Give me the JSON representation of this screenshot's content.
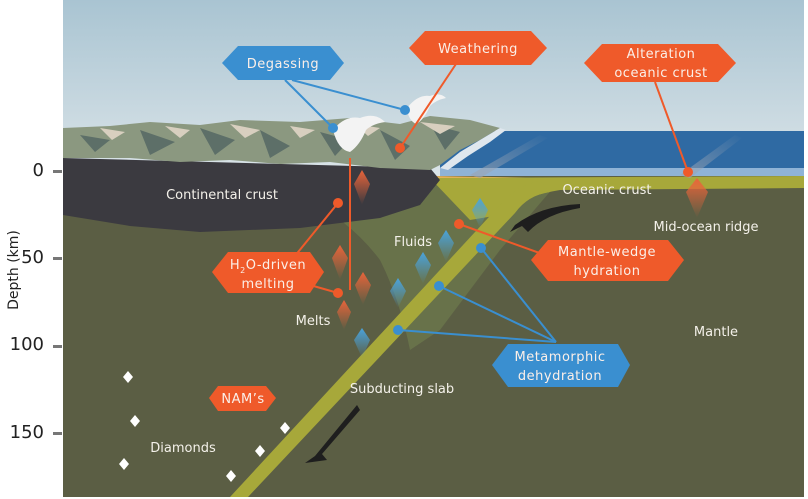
{
  "axis": {
    "title": "Depth (km)",
    "ticks": [
      "0",
      "50",
      "100",
      "150"
    ]
  },
  "labels": {
    "continental_crust": "Continental crust",
    "oceanic_crust": "Oceanic crust",
    "mid_ocean_ridge": "Mid-ocean ridge",
    "fluids": "Fluids",
    "melts": "Melts",
    "mantle": "Mantle",
    "subducting_slab": "Subducting slab",
    "diamonds": "Diamonds"
  },
  "badges": {
    "degassing": {
      "text": "Degassing",
      "color": "#3a8fd0"
    },
    "weathering": {
      "text": "Weathering",
      "color": "#ef5a2a"
    },
    "alteration": {
      "line1": "Alteration",
      "line2": "oceanic crust",
      "color": "#ef5a2a"
    },
    "h2o_melting": {
      "line1_pre": "H",
      "line1_sub": "2",
      "line1_post": "O-driven",
      "line2": "melting",
      "color": "#ef5a2a"
    },
    "mantle_wedge": {
      "line1": "Mantle-wedge",
      "line2": "hydration",
      "color": "#ef5a2a"
    },
    "metamorphic": {
      "line1": "Metamorphic",
      "line2": "dehydration",
      "color": "#3a8fd0"
    },
    "nams": {
      "text": "NAM’s",
      "color": "#ef5a2a"
    }
  },
  "colors": {
    "sky_top": "#a9c4d2",
    "sky_bottom": "#d6e1e6",
    "ocean": "#2f6aa3",
    "mantle": "#5b5e44",
    "continental_crust": "#3b3a40",
    "slab": "#a7a83a",
    "orange": "#ef5a2a",
    "blue": "#3a8fd0"
  }
}
